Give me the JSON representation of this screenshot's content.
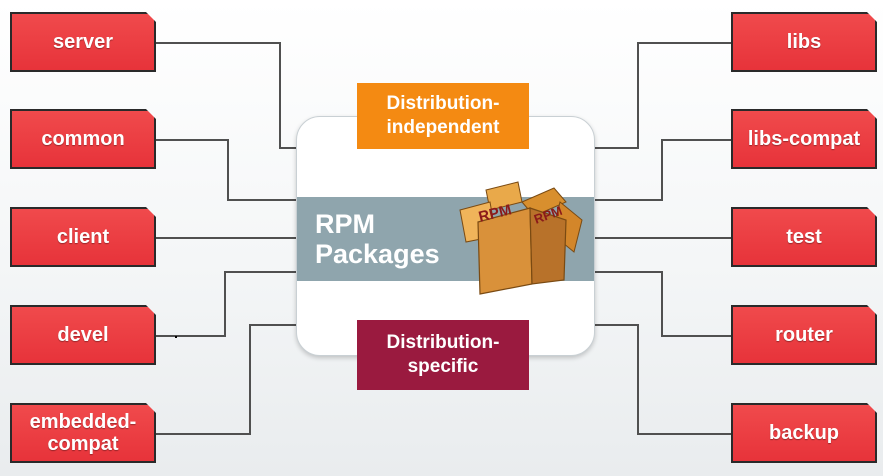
{
  "left_packages": [
    "server",
    "common",
    "client",
    "devel",
    "embedded-compat"
  ],
  "right_packages": [
    "libs",
    "libs-compat",
    "test",
    "router",
    "backup"
  ],
  "center": {
    "title_line1": "RPM",
    "title_line2": "Packages",
    "box_icon": "rpm-box-icon",
    "box_text_front": "RPM",
    "box_text_side": "RPM"
  },
  "top_tag": {
    "line1": "Distribution-",
    "line2": "independent"
  },
  "bottom_tag": {
    "line1": "Distribution-",
    "line2": "specific"
  },
  "colors": {
    "package_red": "#e7333a",
    "independent_orange": "#f48a12",
    "specific_maroon": "#9a1a3f",
    "band_gray": "#8fa5ad",
    "connector_gray": "#505050"
  }
}
